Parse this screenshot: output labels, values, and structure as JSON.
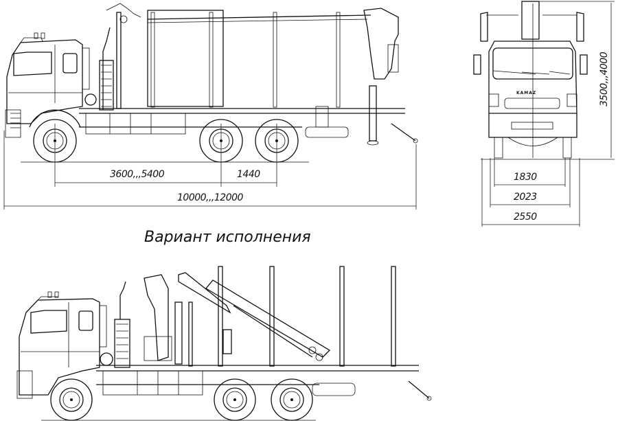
{
  "drawing": {
    "subject": "KAMAZ timber truck with hydraulic crane",
    "brand_label": "KAMAZ",
    "caption": "Вариант исполнения",
    "views": [
      "side-view-main",
      "front-view",
      "side-view-variant"
    ]
  },
  "dimensions": {
    "wheelbase": "3600,,,5400",
    "rear_axle_spacing": "1440",
    "overall_length": "10000,,,12000",
    "height": "3500,,,4000",
    "track_width": "1830",
    "rear_track_width": "2023",
    "overall_width": "2550"
  },
  "colors": {
    "line": "#111111",
    "background": "#ffffff"
  }
}
